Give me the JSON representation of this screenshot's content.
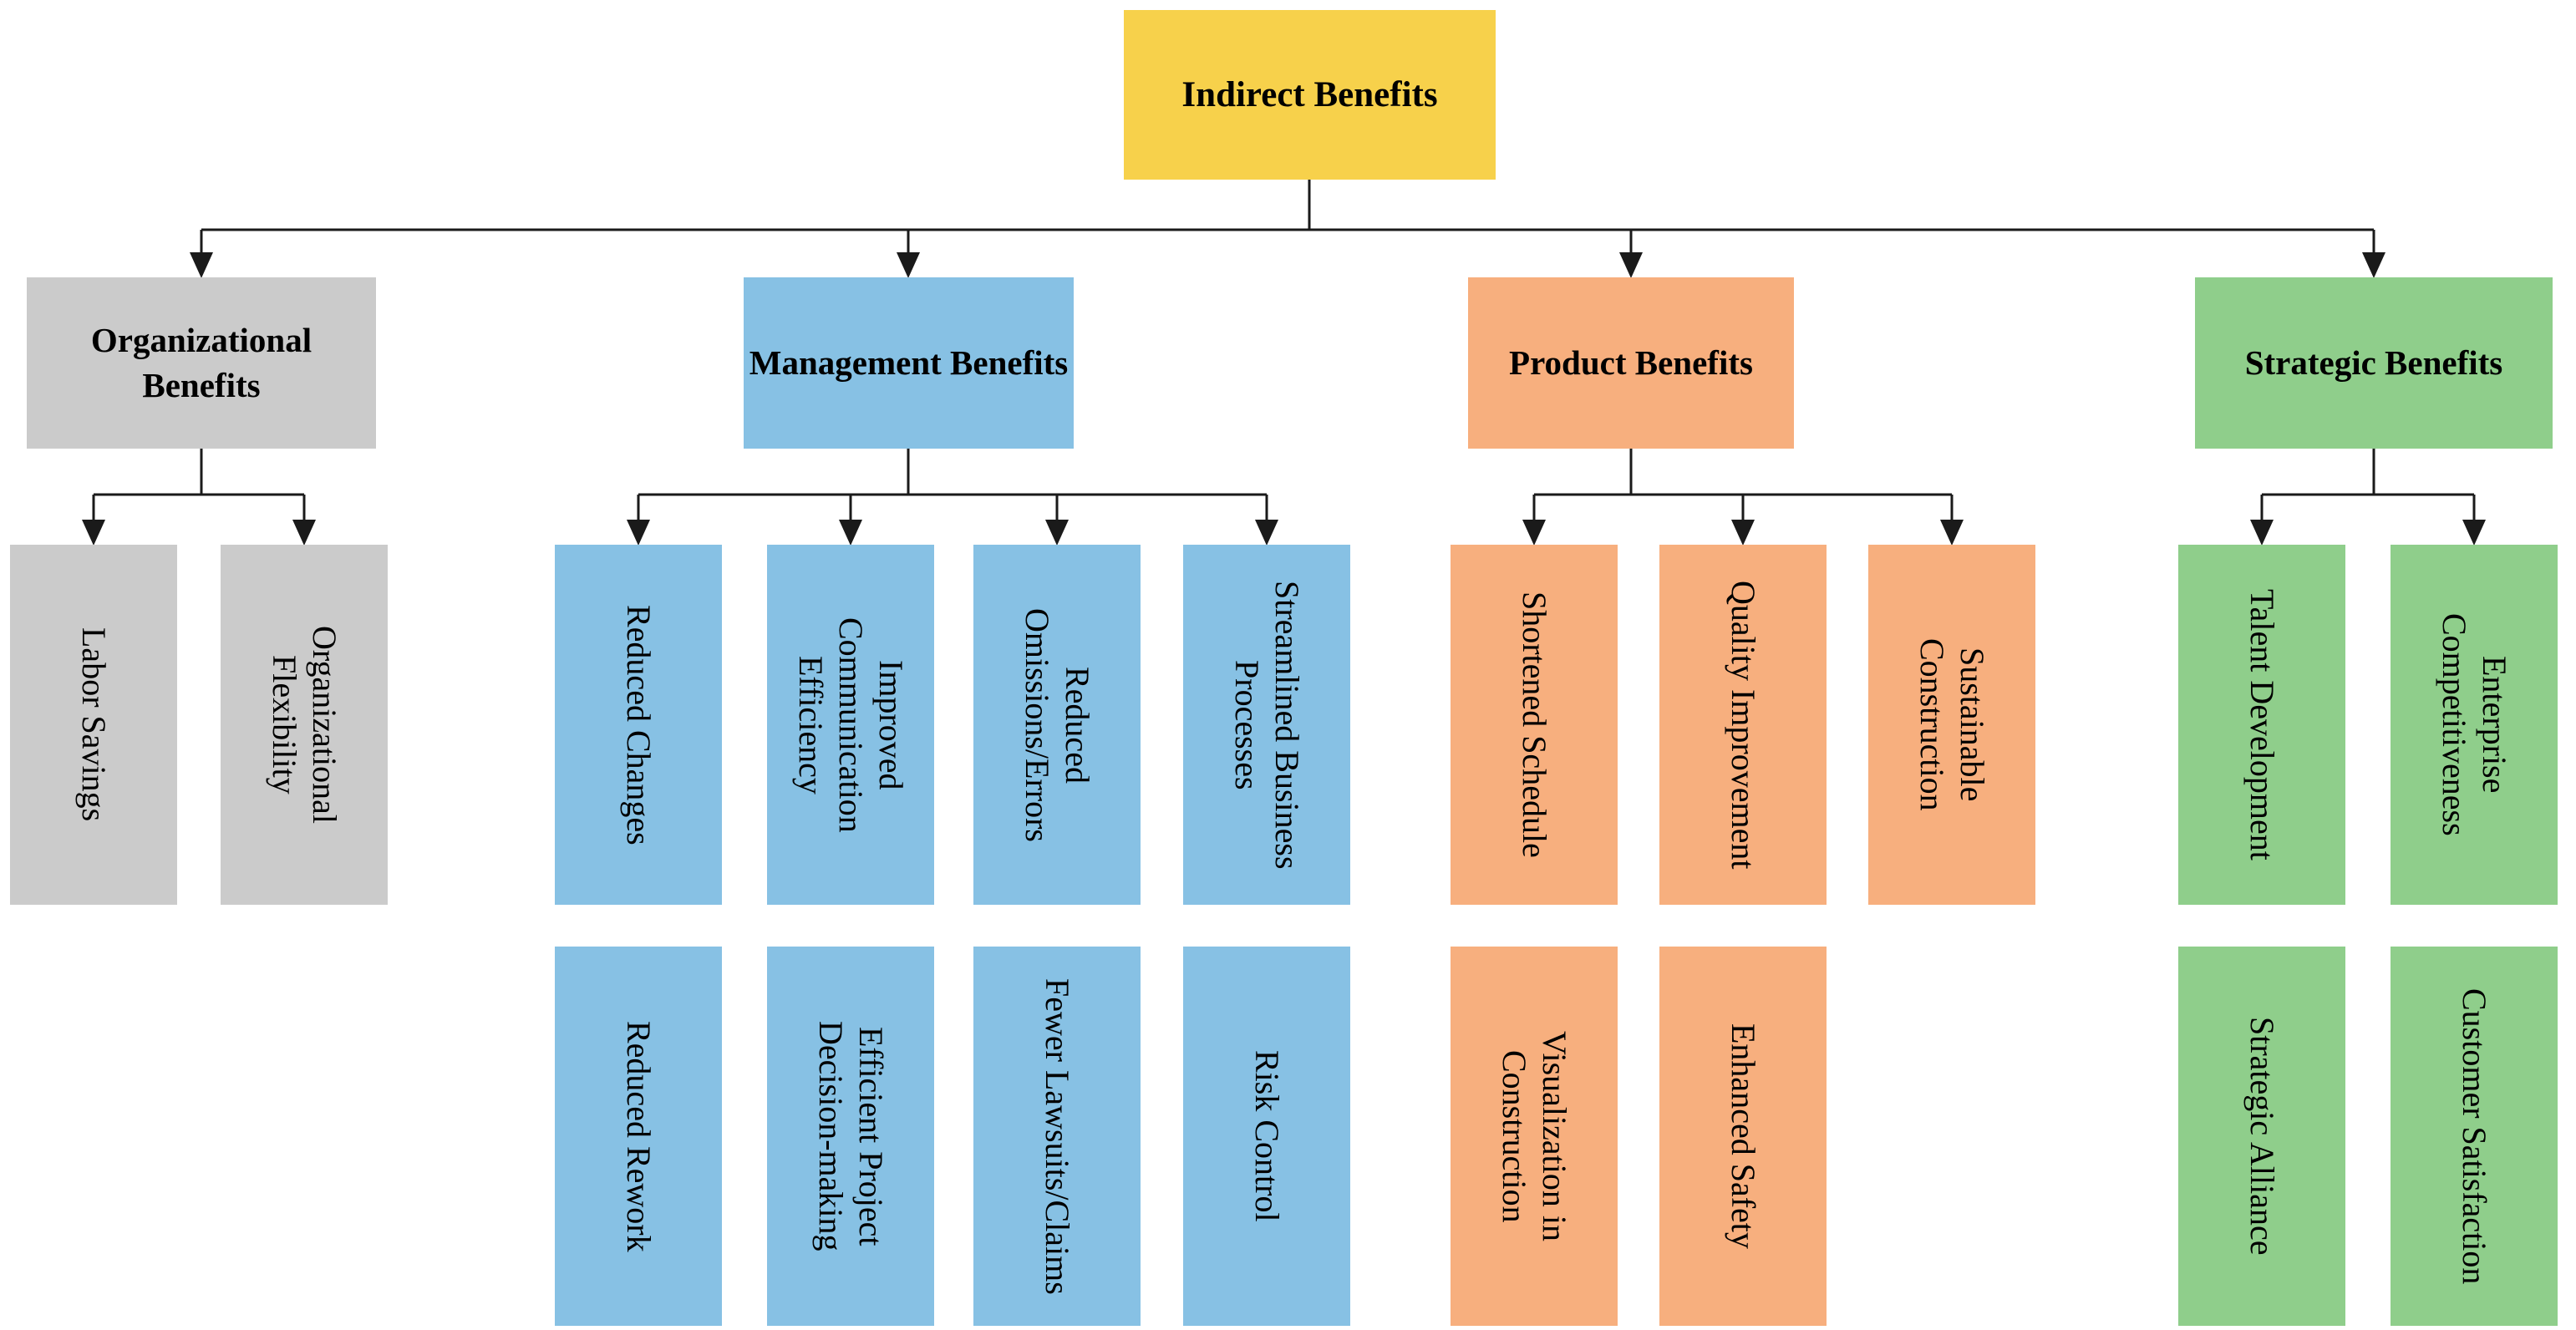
{
  "diagram": {
    "root": {
      "label": "Indirect Benefits",
      "color": "#F7D14B"
    },
    "line_color": "#1a1a1a",
    "groups": [
      {
        "label": "Organizational\nBenefits",
        "color": "#CBCBCB",
        "children": [
          {
            "label": "Labor Savings"
          },
          {
            "label": "Organizational\nFlexibility"
          }
        ]
      },
      {
        "label": "Management Benefits",
        "color": "#87C1E4",
        "children": [
          {
            "label": "Reduced Changes"
          },
          {
            "label": "Improved\nCommunication\nEfficiency"
          },
          {
            "label": "Reduced\nOmissions/Errors"
          },
          {
            "label": "Streamlined Business\nProcesses"
          },
          {
            "label": "Reduced Rework"
          },
          {
            "label": "Efficient Project\nDecision-making"
          },
          {
            "label": "Fewer Lawsuits/Claims"
          },
          {
            "label": "Risk Control"
          }
        ]
      },
      {
        "label": "Product Benefits",
        "color": "#F7AF7E",
        "children": [
          {
            "label": "Shortened Schedule"
          },
          {
            "label": "Quality Improvement"
          },
          {
            "label": "Sustainable\nConstruction"
          },
          {
            "label": "Visualization in\nConstruction"
          },
          {
            "label": "Enhanced Safety"
          }
        ]
      },
      {
        "label": "Strategic Benefits",
        "color": "#8FCE8B",
        "children": [
          {
            "label": "Talent Development"
          },
          {
            "label": "Enterprise\nCompetitiveness"
          },
          {
            "label": "Strategic Alliance"
          },
          {
            "label": "Customer Satisfaction"
          }
        ]
      }
    ]
  }
}
